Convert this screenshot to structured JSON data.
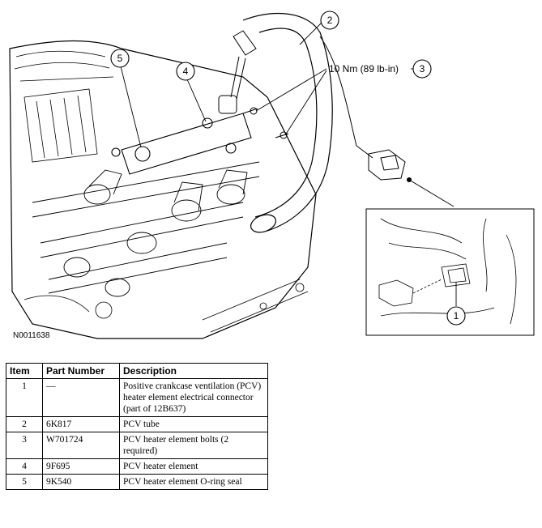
{
  "figure": {
    "id": "N0011638",
    "torque_label": "10 Nm (89 lb-in)",
    "callouts": [
      "1",
      "2",
      "3",
      "4",
      "5"
    ]
  },
  "table": {
    "headers": [
      "Item",
      "Part Number",
      "Description"
    ],
    "rows": [
      {
        "item": "1",
        "part": "—",
        "desc": "Positive crankcase ventilation (PCV) heater element electrical connector (part of 12B637)"
      },
      {
        "item": "2",
        "part": "6K817",
        "desc": "PCV tube"
      },
      {
        "item": "3",
        "part": "W701724",
        "desc": "PCV heater element bolts (2 required)"
      },
      {
        "item": "4",
        "part": "9F695",
        "desc": "PCV heater element"
      },
      {
        "item": "5",
        "part": "9K540",
        "desc": "PCV heater element O-ring seal"
      }
    ]
  }
}
